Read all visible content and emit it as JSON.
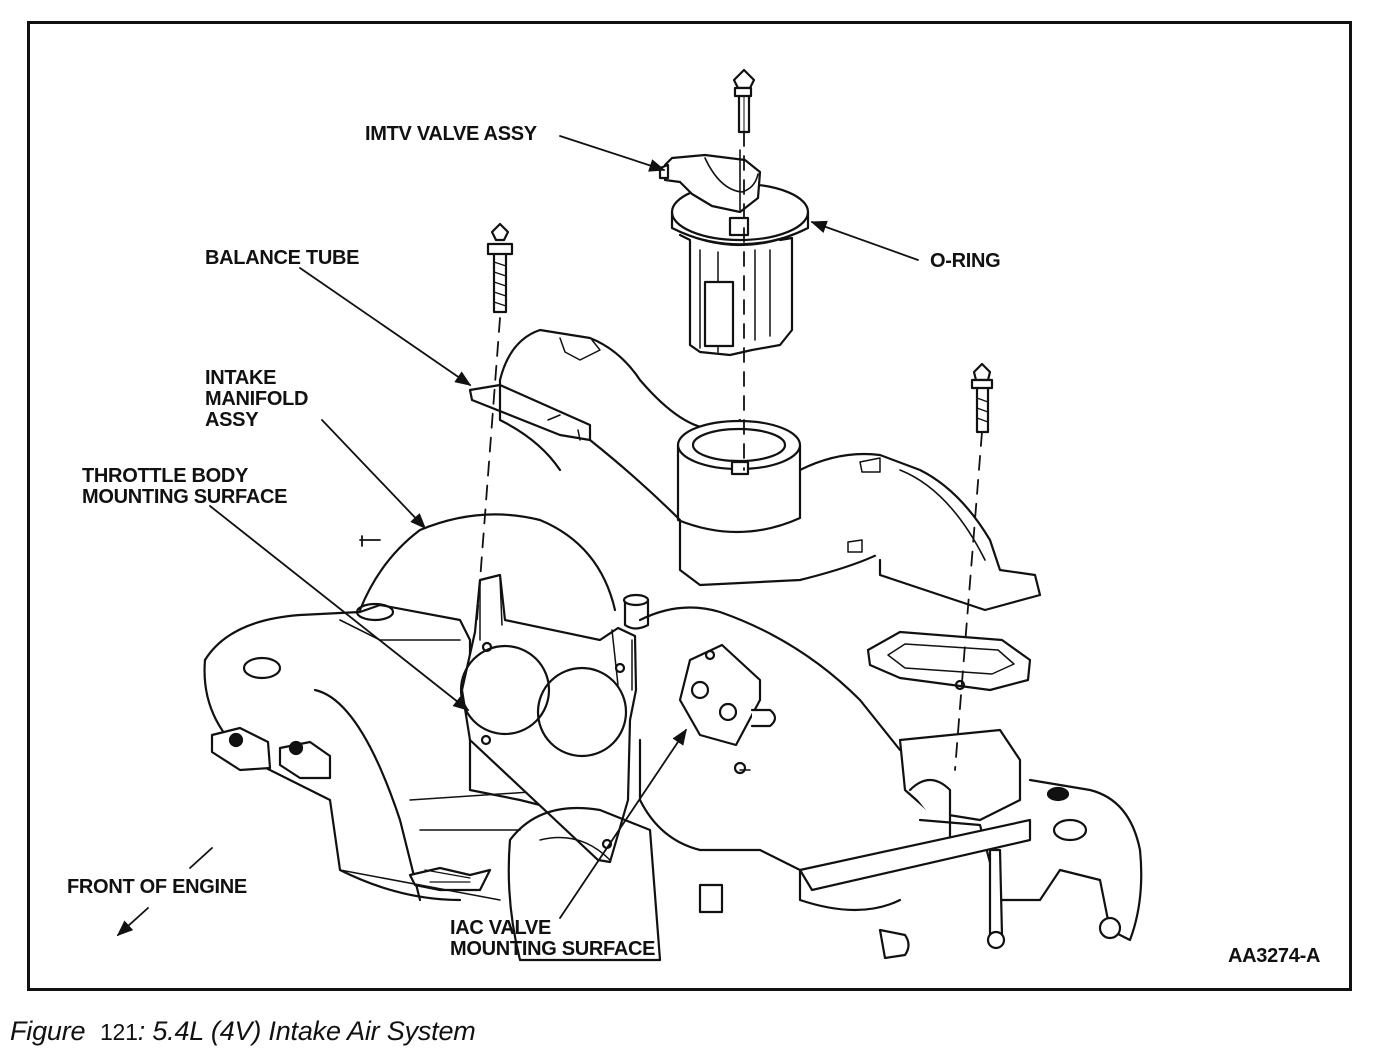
{
  "labels": {
    "imtv_valve": "IMTV VALVE ASSY",
    "o_ring": "O-RING",
    "balance_tube": "BALANCE TUBE",
    "intake_manifold": "INTAKE\nMANIFOLD\nASSY",
    "throttle_body": "THROTTLE BODY\nMOUNTING SURFACE",
    "iac_valve": "IAC VALVE\nMOUNTING SURFACE",
    "front_of_engine": "FRONT OF ENGINE",
    "drawing_code": "AA3274-A"
  },
  "caption": {
    "prefix": "Figure",
    "number": "121",
    "text": ": 5.4L (4V) Intake Air System"
  }
}
